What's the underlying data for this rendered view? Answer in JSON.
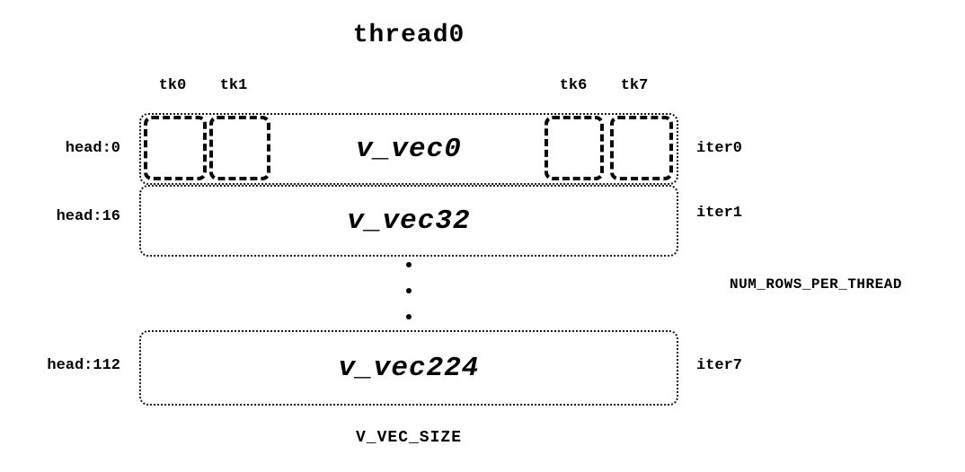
{
  "diagram": {
    "title": "thread0",
    "tk_labels": [
      "tk0",
      "tk1",
      "tk6",
      "tk7"
    ],
    "rows": [
      {
        "head": "head:0",
        "vec": "v_vec0",
        "iter": "iter0"
      },
      {
        "head": "head:16",
        "vec": "v_vec32",
        "iter": "iter1"
      },
      {
        "head": "head:112",
        "vec": "v_vec224",
        "iter": "iter7"
      }
    ],
    "right_label": "NUM_ROWS_PER_THREAD",
    "bottom_label": "V_VEC_SIZE",
    "colors": {
      "background": "#ffffff",
      "stroke": "#000000",
      "text": "#000000"
    }
  }
}
